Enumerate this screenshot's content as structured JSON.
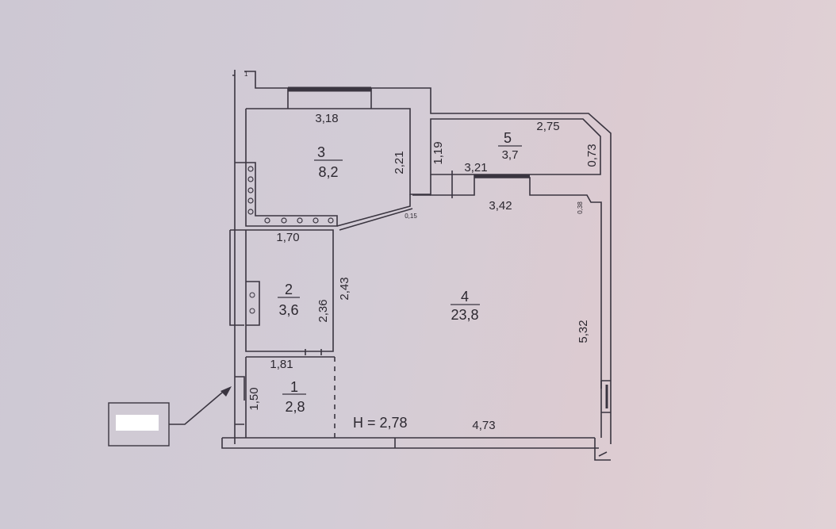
{
  "plan": {
    "height_label": "H = 2,78",
    "axis_marker": "1",
    "rooms": [
      {
        "number": "1",
        "area": "2,8"
      },
      {
        "number": "2",
        "area": "3,6"
      },
      {
        "number": "3",
        "area": "8,2"
      },
      {
        "number": "4",
        "area": "23,8"
      },
      {
        "number": "5",
        "area": "3,7"
      }
    ],
    "dimensions": {
      "r3_top": "3,18",
      "r3_right": "2,21",
      "r5_top": "2,75",
      "r5_left": "1,19",
      "r5_right": "0,73",
      "r5_bottom": "3,21",
      "r4_top": "3,42",
      "r4_right": "5,32",
      "r4_bottom": "4,73",
      "r4_left": "2,43",
      "r4_niche": "0,38",
      "corner_small": "0,15",
      "r2_top": "1,70",
      "r2_right": "2,36",
      "r1_top": "1,81",
      "r1_left": "1,50"
    }
  }
}
